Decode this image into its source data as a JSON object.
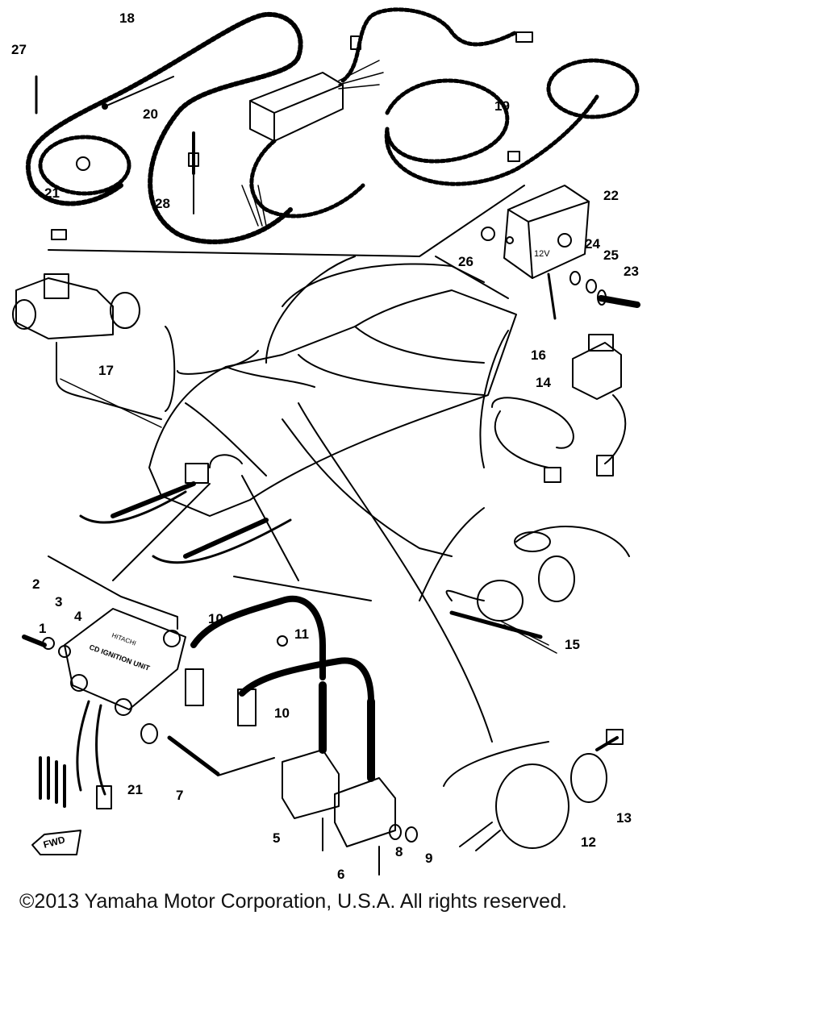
{
  "copyright": "©2013 Yamaha Motor Corporation, U.S.A. All rights reserved.",
  "callouts": [
    "1",
    "2",
    "3",
    "4",
    "5",
    "6",
    "7",
    "8",
    "9",
    "10",
    "10",
    "11",
    "12",
    "13",
    "14",
    "15",
    "16",
    "17",
    "18",
    "19",
    "20",
    "21",
    "21",
    "22",
    "23",
    "24",
    "25",
    "26",
    "27",
    "28"
  ],
  "part_markings": {
    "cdi_brand": "HITACHI",
    "cdi_unit": "CD IGNITION UNIT",
    "relay_voltage": "12V",
    "direction": "FWD"
  },
  "colors": {
    "line": "#000000",
    "background": "#ffffff"
  }
}
